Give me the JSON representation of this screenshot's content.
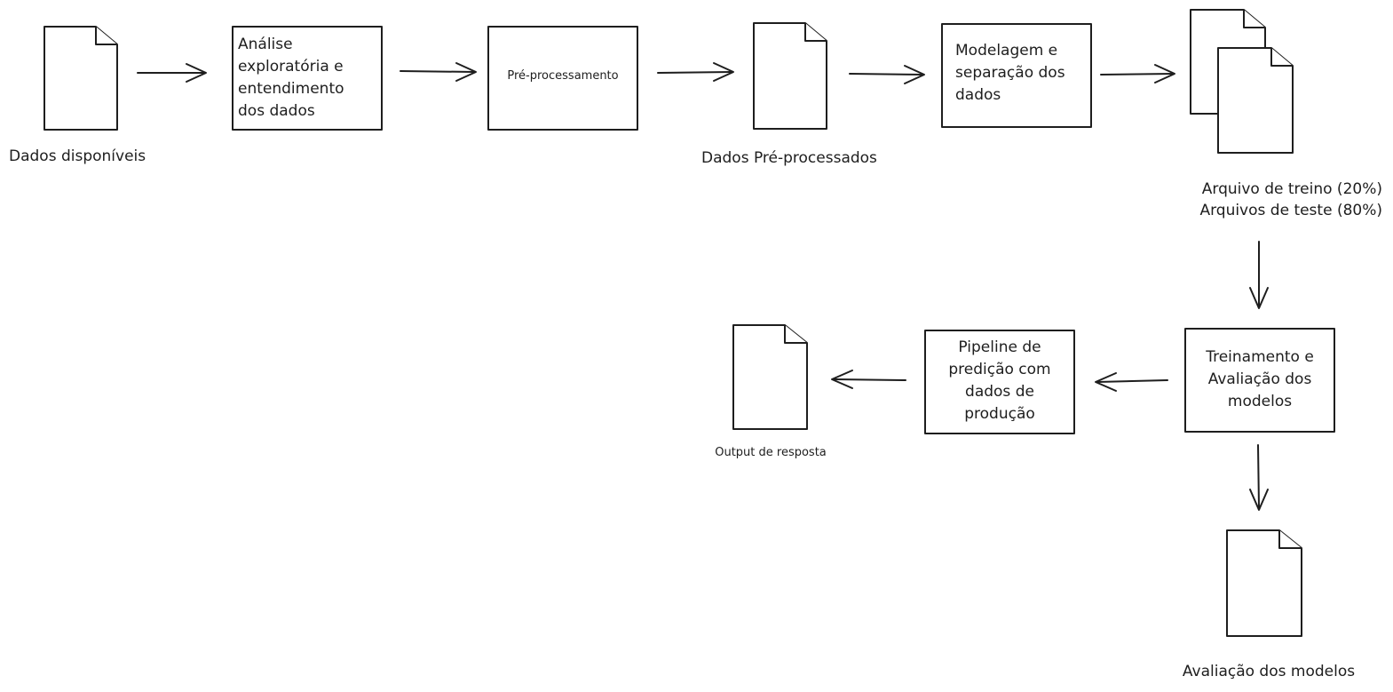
{
  "diagram": {
    "nodes": {
      "dados_disponiveis": {
        "label": "Dados disponíveis"
      },
      "analise": {
        "lines": [
          "Análise",
          "exploratória e",
          "entendimento",
          "dos dados"
        ]
      },
      "pre_processamento": {
        "label": "Pré-processamento"
      },
      "dados_pre_processados": {
        "label": "Dados Pré-processados"
      },
      "modelagem": {
        "lines": [
          "Modelagem e",
          "separação dos",
          "dados"
        ]
      },
      "arquivos": {
        "lines": [
          "Arquivo de treino (20%)",
          "Arquivos de teste (80%)"
        ]
      },
      "treinamento": {
        "lines": [
          "Treinamento e",
          "Avaliação dos",
          "modelos"
        ]
      },
      "avaliacao_doc": {
        "label": "Avaliação dos modelos"
      },
      "pipeline": {
        "lines": [
          "Pipeline de",
          "predição com",
          "dados de",
          "produção"
        ]
      },
      "output": {
        "label": "Output de resposta"
      }
    },
    "edges": [
      {
        "from": "dados_disponiveis",
        "to": "analise"
      },
      {
        "from": "analise",
        "to": "pre_processamento"
      },
      {
        "from": "pre_processamento",
        "to": "dados_pre_processados"
      },
      {
        "from": "dados_pre_processados",
        "to": "modelagem"
      },
      {
        "from": "modelagem",
        "to": "arquivos"
      },
      {
        "from": "arquivos",
        "to": "treinamento"
      },
      {
        "from": "treinamento",
        "to": "avaliacao_doc"
      },
      {
        "from": "treinamento",
        "to": "pipeline"
      },
      {
        "from": "pipeline",
        "to": "output"
      }
    ],
    "stroke_color": "#1e1e1e",
    "fill_color": "#ffffff"
  }
}
